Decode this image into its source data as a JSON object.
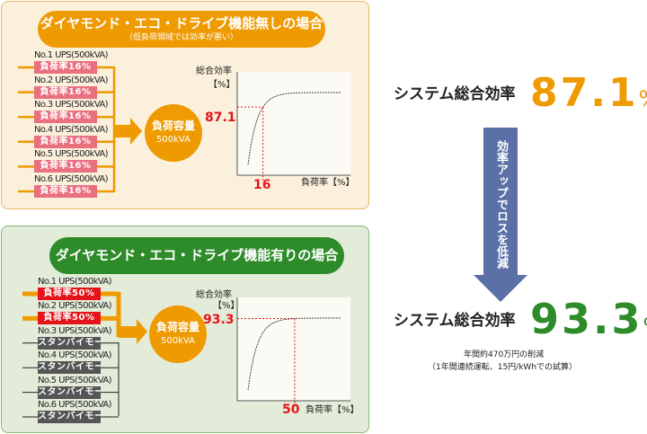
{
  "without": {
    "title": "ダイヤモンド・エコ・ドライブ機能無しの場合",
    "subtitle": "（低負荷領域では効率が悪い）",
    "units": [
      {
        "name": "No.1 UPS(500kVA)",
        "status": "負荷率16%"
      },
      {
        "name": "No.2 UPS(500kVA)",
        "status": "負荷率16%"
      },
      {
        "name": "No.3 UPS(500kVA)",
        "status": "負荷率16%"
      },
      {
        "name": "No.4 UPS(500kVA)",
        "status": "負荷率16%"
      },
      {
        "name": "No.5 UPS(500kVA)",
        "status": "負荷率16%"
      },
      {
        "name": "No.6 UPS(500kVA)",
        "status": "負荷率16%"
      }
    ],
    "capacity_label": "負荷容量",
    "capacity_value": "500kVA",
    "chart": {
      "ylabel": "総合効率",
      "yunit": "【%】",
      "xlabel": "負荷率【%】",
      "y_marker": "87.1",
      "x_marker": "16",
      "load_pct": 16,
      "efficiency_pct": 87.1
    }
  },
  "with": {
    "title": "ダイヤモンド・エコ・ドライブ機能有りの場合",
    "units": [
      {
        "name": "No.1 UPS(500kVA)",
        "status": "負荷率50%"
      },
      {
        "name": "No.2 UPS(500kVA)",
        "status": "負荷率50%"
      },
      {
        "name": "No.3 UPS(500kVA)",
        "status": "スタンバイモード"
      },
      {
        "name": "No.4 UPS(500kVA)",
        "status": "スタンバイモード"
      },
      {
        "name": "No.5 UPS(500kVA)",
        "status": "スタンバイモード"
      },
      {
        "name": "No.6 UPS(500kVA)",
        "status": "スタンバイモード"
      }
    ],
    "capacity_label": "負荷容量",
    "capacity_value": "500kVA",
    "chart": {
      "ylabel": "総合効率",
      "yunit": "【%】",
      "xlabel": "負荷率【%】",
      "y_marker": "93.3",
      "x_marker": "50",
      "load_pct": 50,
      "efficiency_pct": 93.3
    }
  },
  "result": {
    "label1": "システム総合効率",
    "value1": "87.1",
    "unit1": "%",
    "arrow_text": "効率アップでロスを低減",
    "label2": "システム総合効率",
    "value2": "93.3",
    "unit2": "%",
    "note1": "年間約470万円の削減",
    "note2": "（1年間連続運転、15円/kWhでの試算）"
  },
  "colors": {
    "orange": "#ee9a00",
    "green": "#2e8b2a",
    "pink": "#e8707f",
    "red": "#e5141b",
    "standby": "#555555",
    "arrow": "#5a70a6"
  }
}
